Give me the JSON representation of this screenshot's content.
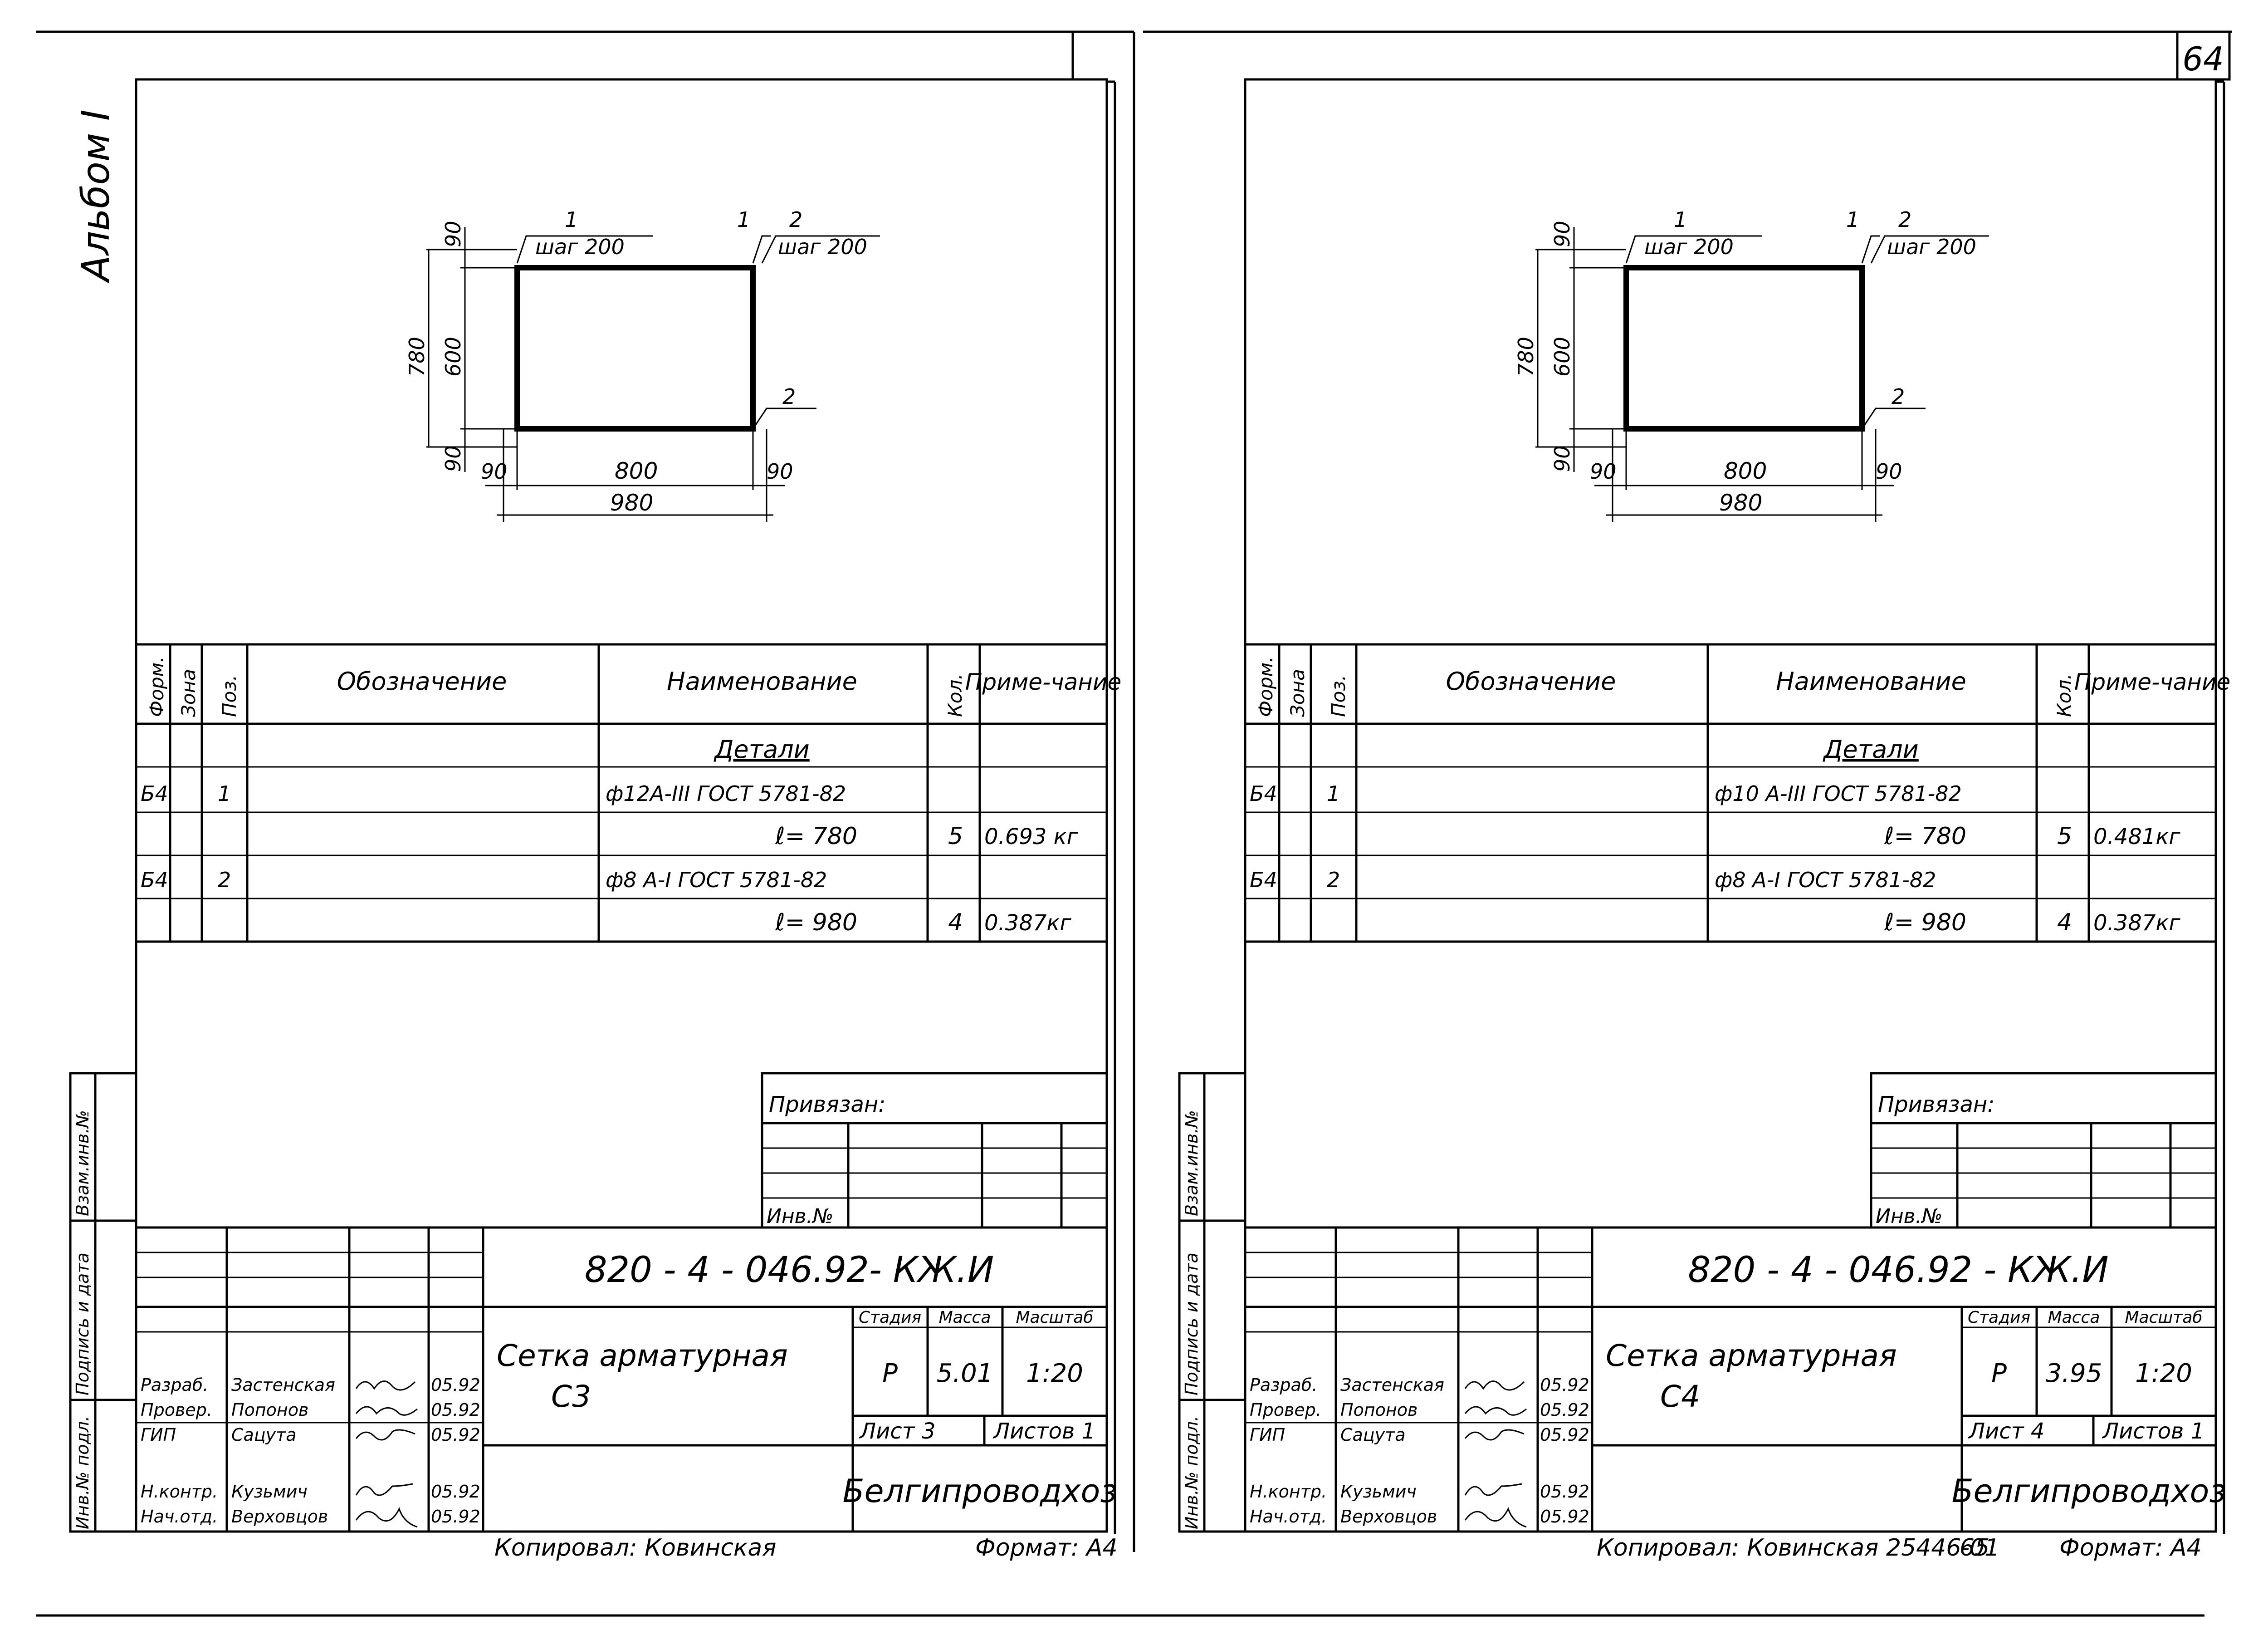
{
  "page": {
    "number": "64",
    "album": "Альбом I",
    "copied_by_left": "Копировал: Ковинская",
    "copied_by_right": "Копировал: Ковинская 25446-01",
    "page_mark": "65",
    "format": "Формат: А4"
  },
  "side_stamp": {
    "labels": [
      "Инв.№ подл.",
      "Подпись и дата",
      "Взам.инв.№"
    ]
  },
  "sheets": [
    {
      "drawing": {
        "pos1_label": "1",
        "pos2_label": "2",
        "step_label": "шаг 200",
        "dim_780": "780",
        "dim_600": "600",
        "dim_90": "90",
        "dim_800": "800",
        "dim_980": "980"
      },
      "spec": {
        "headers": [
          "Форм.",
          "Зона",
          "Поз.",
          "Обозначение",
          "Наименование",
          "Кол.",
          "Приме-чание"
        ],
        "section": "Детали",
        "rows": [
          {
            "format": "Б4",
            "pos": "1",
            "name": "ф12А-III ГОСТ 5781-82",
            "qty": "",
            "note": ""
          },
          {
            "format": "",
            "pos": "",
            "name": "ℓ= 780",
            "qty": "5",
            "note": "0.693 кг"
          },
          {
            "format": "Б4",
            "pos": "2",
            "name": "ф8 А-I ГОСТ 5781-82",
            "qty": "",
            "note": ""
          },
          {
            "format": "",
            "pos": "",
            "name": "ℓ= 980",
            "qty": "4",
            "note": "0.387кг"
          }
        ]
      },
      "binding": {
        "title": "Привязан:",
        "inv": "Инв.№"
      },
      "title_block": {
        "code": "820 - 4 - 046.92- КЖ.И",
        "name_line1": "Сетка арматурная",
        "name_line2": "С3",
        "stage_label": "Стадия",
        "mass_label": "Масса",
        "scale_label": "Масштаб",
        "stage": "Р",
        "mass": "5.01",
        "scale": "1:20",
        "sheet": "Лист 3",
        "sheets": "Листов 1",
        "org": "Белгипроводхоз",
        "people": [
          {
            "role": "Разраб.",
            "name": "Застенская",
            "date": "05.92"
          },
          {
            "role": "Провер.",
            "name": "Попонов",
            "date": "05.92"
          },
          {
            "role": "ГИП",
            "name": "Сацута",
            "date": "05.92"
          },
          {
            "role": "Н.контр.",
            "name": "Кузьмич",
            "date": "05.92"
          },
          {
            "role": "Нач.отд.",
            "name": "Верховцов",
            "date": "05.92"
          }
        ]
      }
    },
    {
      "drawing": {
        "pos1_label": "1",
        "pos2_label": "2",
        "step_label": "шаг 200",
        "dim_780": "780",
        "dim_600": "600",
        "dim_90": "90",
        "dim_800": "800",
        "dim_980": "980"
      },
      "spec": {
        "headers": [
          "Форм.",
          "Зона",
          "Поз.",
          "Обозначение",
          "Наименование",
          "Кол.",
          "Приме-чание"
        ],
        "section": "Детали",
        "rows": [
          {
            "format": "Б4",
            "pos": "1",
            "name": "ф10 А-III ГОСТ 5781-82",
            "qty": "",
            "note": ""
          },
          {
            "format": "",
            "pos": "",
            "name": "ℓ= 780",
            "qty": "5",
            "note": "0.481кг"
          },
          {
            "format": "Б4",
            "pos": "2",
            "name": "ф8 А-I ГОСТ 5781-82",
            "qty": "",
            "note": ""
          },
          {
            "format": "",
            "pos": "",
            "name": "ℓ= 980",
            "qty": "4",
            "note": "0.387кг"
          }
        ]
      },
      "binding": {
        "title": "Привязан:",
        "inv": "Инв.№"
      },
      "title_block": {
        "code": "820 - 4 - 046.92 - КЖ.И",
        "name_line1": "Сетка арматурная",
        "name_line2": "С4",
        "stage_label": "Стадия",
        "mass_label": "Масса",
        "scale_label": "Масштаб",
        "stage": "Р",
        "mass": "3.95",
        "scale": "1:20",
        "sheet": "Лист 4",
        "sheets": "Листов 1",
        "org": "Белгипроводхоз",
        "people": [
          {
            "role": "Разраб.",
            "name": "Застенская",
            "date": "05.92"
          },
          {
            "role": "Провер.",
            "name": "Попонов",
            "date": "05.92"
          },
          {
            "role": "ГИП",
            "name": "Сацута",
            "date": "05.92"
          },
          {
            "role": "Н.контр.",
            "name": "Кузьмич",
            "date": "05.92"
          },
          {
            "role": "Нач.отд.",
            "name": "Верховцов",
            "date": "05.92"
          }
        ]
      }
    }
  ]
}
